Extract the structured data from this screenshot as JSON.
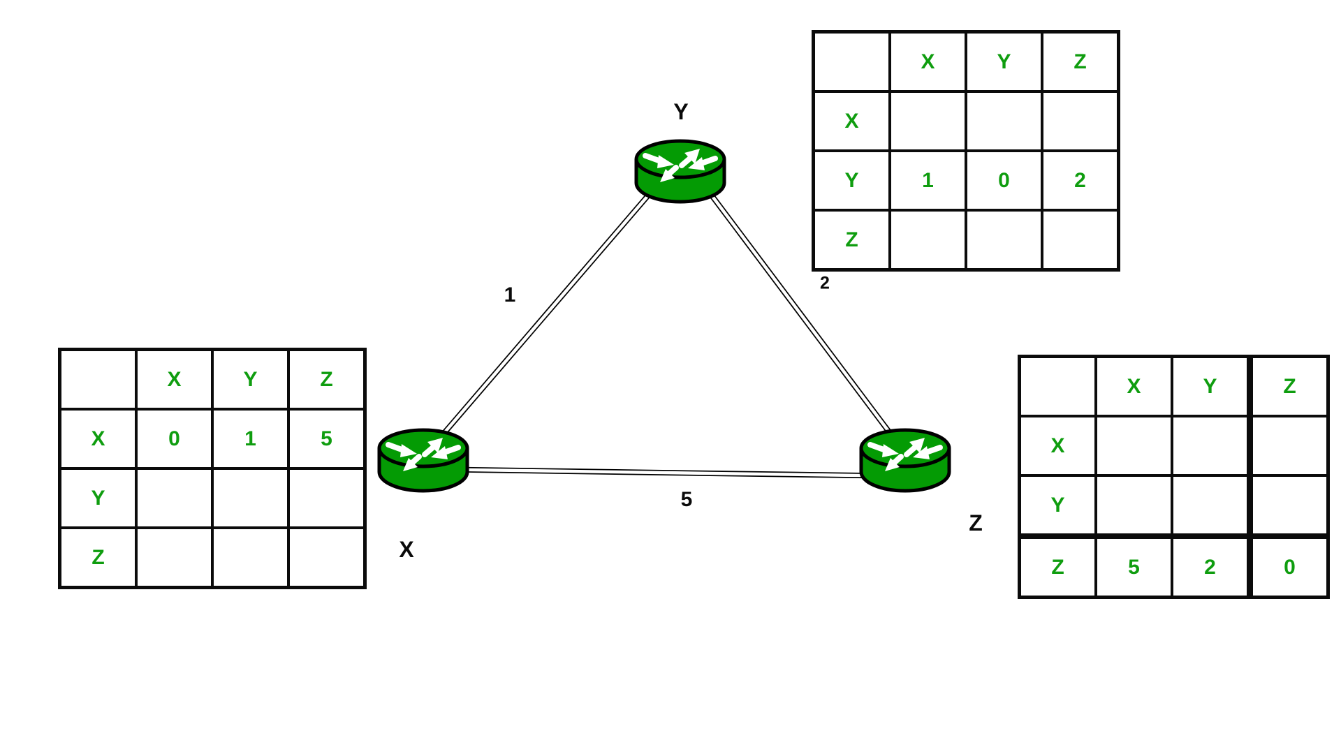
{
  "colors": {
    "table_text_green": "#0f9d0f",
    "router_green": "#049b04",
    "outline_black": "#000000",
    "background": "#ffffff"
  },
  "network": {
    "nodes": [
      {
        "id": "Y",
        "label": "Y"
      },
      {
        "id": "X",
        "label": "X"
      },
      {
        "id": "Z",
        "label": "Z"
      }
    ],
    "links": [
      {
        "between": "X-Y",
        "cost": "1"
      },
      {
        "between": "Y-Z",
        "cost": "2"
      },
      {
        "between": "X-Z",
        "cost": "5"
      }
    ]
  },
  "tables": {
    "x": {
      "owner": "X",
      "columns": [
        "X",
        "Y",
        "Z"
      ],
      "rows": [
        {
          "label": "X",
          "cells": [
            "0",
            "1",
            "5"
          ]
        },
        {
          "label": "Y",
          "cells": [
            "",
            "",
            ""
          ]
        },
        {
          "label": "Z",
          "cells": [
            "",
            "",
            ""
          ]
        }
      ]
    },
    "y": {
      "owner": "Y",
      "columns": [
        "X",
        "Y",
        "Z"
      ],
      "rows": [
        {
          "label": "X",
          "cells": [
            "",
            "",
            ""
          ]
        },
        {
          "label": "Y",
          "cells": [
            "1",
            "0",
            "2"
          ]
        },
        {
          "label": "Z",
          "cells": [
            "",
            "",
            ""
          ]
        }
      ]
    },
    "z": {
      "owner": "Z",
      "columns": [
        "X",
        "Y",
        "Z"
      ],
      "rows": [
        {
          "label": "X",
          "cells": [
            "",
            "",
            ""
          ]
        },
        {
          "label": "Y",
          "cells": [
            "",
            "",
            ""
          ]
        },
        {
          "label": "Z",
          "cells": [
            "5",
            "2",
            "0"
          ]
        }
      ]
    }
  }
}
